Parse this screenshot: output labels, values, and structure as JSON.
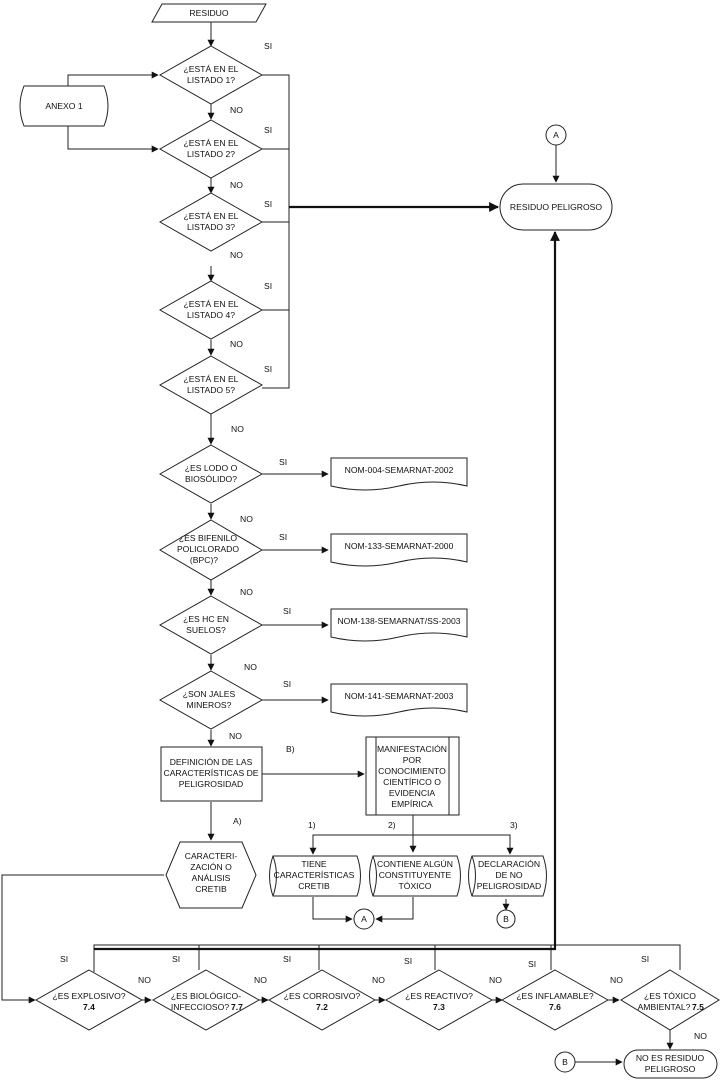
{
  "start": "RESIDUO",
  "annex": "ANEXO 1",
  "yes": "SI",
  "no": "NO",
  "listados": [
    {
      "l1": "¿ESTÁ EN EL",
      "l2": "LISTADO 1?"
    },
    {
      "l1": "¿ESTÁ EN EL",
      "l2": "LISTADO 2?"
    },
    {
      "l1": "¿ESTÁ EN EL",
      "l2": "LISTADO 3?"
    },
    {
      "l1": "¿ESTÁ EN EL",
      "l2": "LISTADO 4?"
    },
    {
      "l1": "¿ESTÁ EN EL",
      "l2": "LISTADO 5?"
    }
  ],
  "residuo_peligroso": "RESIDUO PELIGROSO",
  "connector_a": "A",
  "connector_b": "B",
  "special": [
    {
      "q": [
        "¿ES LODO O",
        "BIOSÓLIDO?"
      ],
      "norma": "NOM-004-SEMARNAT-2002"
    },
    {
      "q": [
        "¿ES BIFENILO",
        "POLICLORADO",
        "(BPC)?"
      ],
      "norma": "NOM-133-SEMARNAT-2000"
    },
    {
      "q": [
        "¿ES HC EN",
        "SUELOS?"
      ],
      "norma": "NOM-138-SEMARNAT/SS-2003"
    },
    {
      "q": [
        "¿SON JALES",
        "MINEROS?"
      ],
      "norma": "NOM-141-SEMARNAT-2003"
    }
  ],
  "definicion": [
    "DEFINICIÓN DE LAS",
    "CARACTERÍSTICAS DE",
    "PELIGROSIDAD"
  ],
  "label_a": "A)",
  "label_b": "B)",
  "manifestacion": [
    "MANIFESTACIÓN",
    "POR",
    "CONOCIMIENTO",
    "CIENTÍFICO O",
    "EVIDENCIA",
    "EMPÍRICA"
  ],
  "options": [
    {
      "num": "1)",
      "text": [
        "TIENE",
        "CARACTERÍSTICAS",
        "CRETIB"
      ]
    },
    {
      "num": "2)",
      "text": [
        "CONTIENE ALGÚN",
        "CONSTITUYENTE",
        "TÓXICO"
      ]
    },
    {
      "num": "3)",
      "text": [
        "DECLARACIÓN",
        "DE NO",
        "PELIGROSIDAD"
      ]
    }
  ],
  "caracterizacion": [
    "CARACTERI-",
    "ZACIÓN O",
    "ANÁLISIS",
    "CRETIB"
  ],
  "cretib": [
    {
      "q": [
        "¿ES EXPLOSIVO?"
      ],
      "ref": "7.4"
    },
    {
      "q": [
        "¿ES BIOLÓGICO-",
        "INFECCIOSO?"
      ],
      "ref": "7.7"
    },
    {
      "q": [
        "¿ES CORROSIVO?"
      ],
      "ref": "7.2"
    },
    {
      "q": [
        "¿ES REACTIVO?"
      ],
      "ref": "7.3"
    },
    {
      "q": [
        "¿ES INFLAMABLE?"
      ],
      "ref": "7.6"
    },
    {
      "q": [
        "¿ES TÓXICO",
        "AMBIENTAL?"
      ],
      "ref": "7.5"
    }
  ],
  "no_peligroso": [
    "NO ES RESIDUO",
    "PELIGROSO"
  ]
}
